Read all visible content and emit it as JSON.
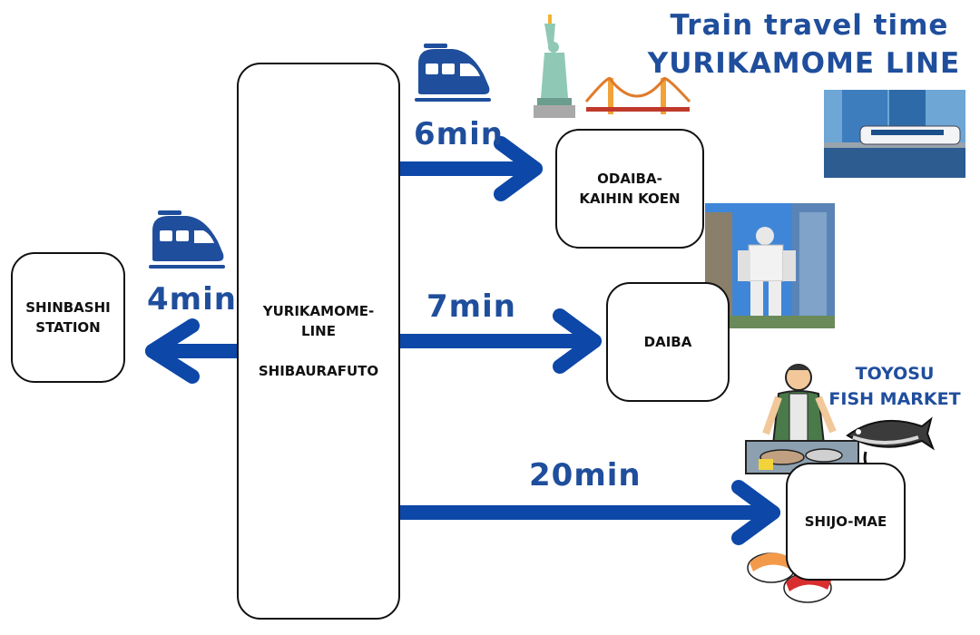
{
  "title": {
    "line1": "Train travel time",
    "line2": "YURIKAMOME LINE"
  },
  "hub": {
    "line1": "YURIKAMOME-",
    "line2": "LINE",
    "line3": "SHIBAURAFUTO"
  },
  "stations": {
    "shinbashi": {
      "line1": "SHINBASHI",
      "line2": "STATION"
    },
    "odaiba": {
      "line1": "ODAIBA-",
      "line2": "KAIHIN KOEN"
    },
    "daiba": {
      "line1": "DAIBA"
    },
    "shijo": {
      "line1": "SHIJO-MAE"
    }
  },
  "times": {
    "shinbashi": "4min",
    "odaiba": "6min",
    "daiba": "7min",
    "shijo": "20min"
  },
  "landmark": {
    "line1": "TOYOSU",
    "line2": "FISH MARKET"
  },
  "colors": {
    "accent": "#1f4e9c",
    "arrow": "#0d47a8",
    "border": "#111111"
  },
  "icons": [
    "train-icon",
    "statue-of-liberty-icon",
    "rainbow-bridge-icon",
    "fishmonger-icon",
    "tuna-icon",
    "sushi-icon"
  ]
}
